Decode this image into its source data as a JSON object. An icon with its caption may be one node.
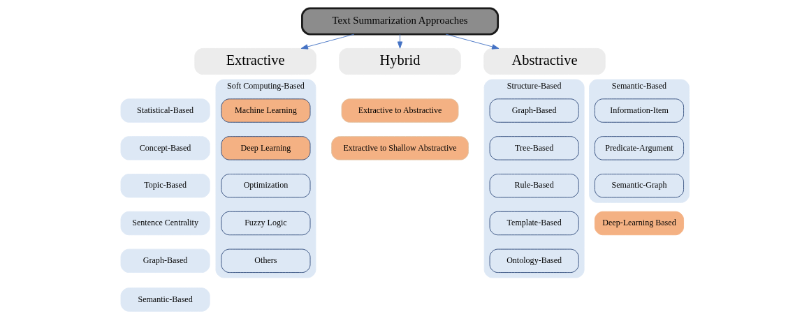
{
  "diagram": {
    "nodes": [
      {
        "text": [
          "Text Summarization Approaches"
        ]
      },
      {
        "text": [
          "Extractive"
        ]
      },
      {
        "text": [
          "Hybrid"
        ]
      },
      {
        "text": [
          "Abstractive"
        ]
      },
      {
        "text": [
          "Statistical-Based"
        ]
      },
      {
        "text": [
          "Concept-Based"
        ]
      },
      {
        "text": [
          "Topic-Based"
        ]
      },
      {
        "text": [
          "Sentence Centrality"
        ]
      },
      {
        "text": [
          "Graph-Based"
        ]
      },
      {
        "text": [
          "Semantic-Based"
        ]
      },
      {
        "text": [
          "Soft Computing-Based"
        ]
      },
      {
        "text": [
          "Machine Learning"
        ],
        "in": 10
      },
      {
        "text": [
          "Deep Learning"
        ],
        "in": 10
      },
      {
        "text": [
          "Optimization"
        ],
        "in": 10
      },
      {
        "text": [
          "Fuzzy Logic"
        ],
        "in": 10
      },
      {
        "text": [
          "Others"
        ],
        "in": 10
      },
      {
        "text": [
          "Extractive to Abstractive"
        ]
      },
      {
        "text": [
          "Extractive to Shallow Abstractive"
        ]
      },
      {
        "text": [
          "Structure-Based"
        ]
      },
      {
        "text": [
          "Graph-Based"
        ],
        "in": 18
      },
      {
        "text": [
          "Tree-Based"
        ],
        "in": 18
      },
      {
        "text": [
          "Rule-Based"
        ],
        "in": 18
      },
      {
        "text": [
          "Template-Based"
        ],
        "in": 18
      },
      {
        "text": [
          "Ontology-Based"
        ],
        "in": 18
      },
      {
        "text": [
          "Semantic-Based"
        ]
      },
      {
        "text": [
          "Information-Item"
        ],
        "in": 24
      },
      {
        "text": [
          "Predicate-Argument"
        ],
        "in": 24
      },
      {
        "text": [
          "Semantic-Graph"
        ],
        "in": 24
      },
      {
        "text": [
          "Deep-Learning Based"
        ]
      }
    ],
    "edges": [
      {
        "from": 0,
        "to": 1,
        "arrow": "to"
      },
      {
        "from": 0,
        "to": 2,
        "arrow": "to"
      },
      {
        "from": 0,
        "to": 3,
        "arrow": "to"
      }
    ]
  }
}
